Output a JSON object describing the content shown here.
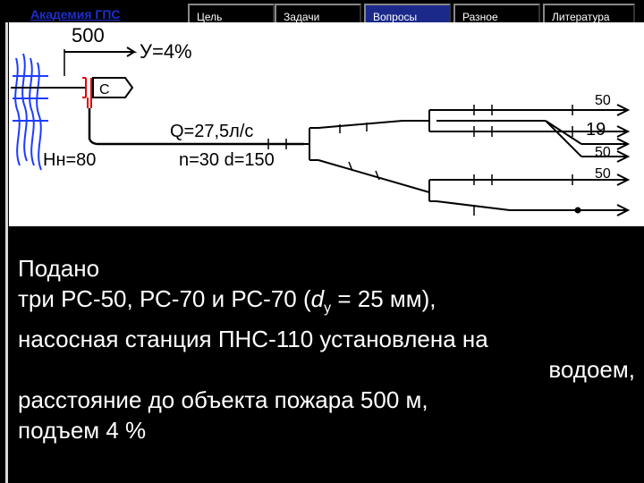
{
  "header": {
    "brand": "Академия ГПС",
    "nav": [
      {
        "label": "Цель",
        "active": false
      },
      {
        "label": "Задачи",
        "active": false
      },
      {
        "label": "Вопросы",
        "active": true
      },
      {
        "label": "Разное",
        "active": false
      },
      {
        "label": "Литература",
        "active": false
      }
    ]
  },
  "diagram": {
    "distance": "500",
    "slope": "У=4%",
    "hydrant_label": "С",
    "flow": "Q=27,5л/с",
    "head": "Нн=80",
    "hose_params": "n=30 d=150",
    "branch_labels": [
      "50",
      "19",
      "50",
      "50"
    ]
  },
  "body": {
    "line1": "Подано",
    "line2_pre": "три РС-50, РС-70 и РС-70 (",
    "line2_var": "d",
    "line2_sub": "у",
    "line2_post": " = 25 мм),",
    "line3": "насосная станция ПНС-110 установлена на",
    "line4": "водоем,",
    "line5": "расстояние до объекта пожара 500 м,",
    "line6": "подъем 4 %"
  },
  "colors": {
    "active_nav": "#1b2a8a",
    "brand": "#1a2fd0",
    "water": "#1e3cff",
    "hydrant": "#e00000"
  }
}
